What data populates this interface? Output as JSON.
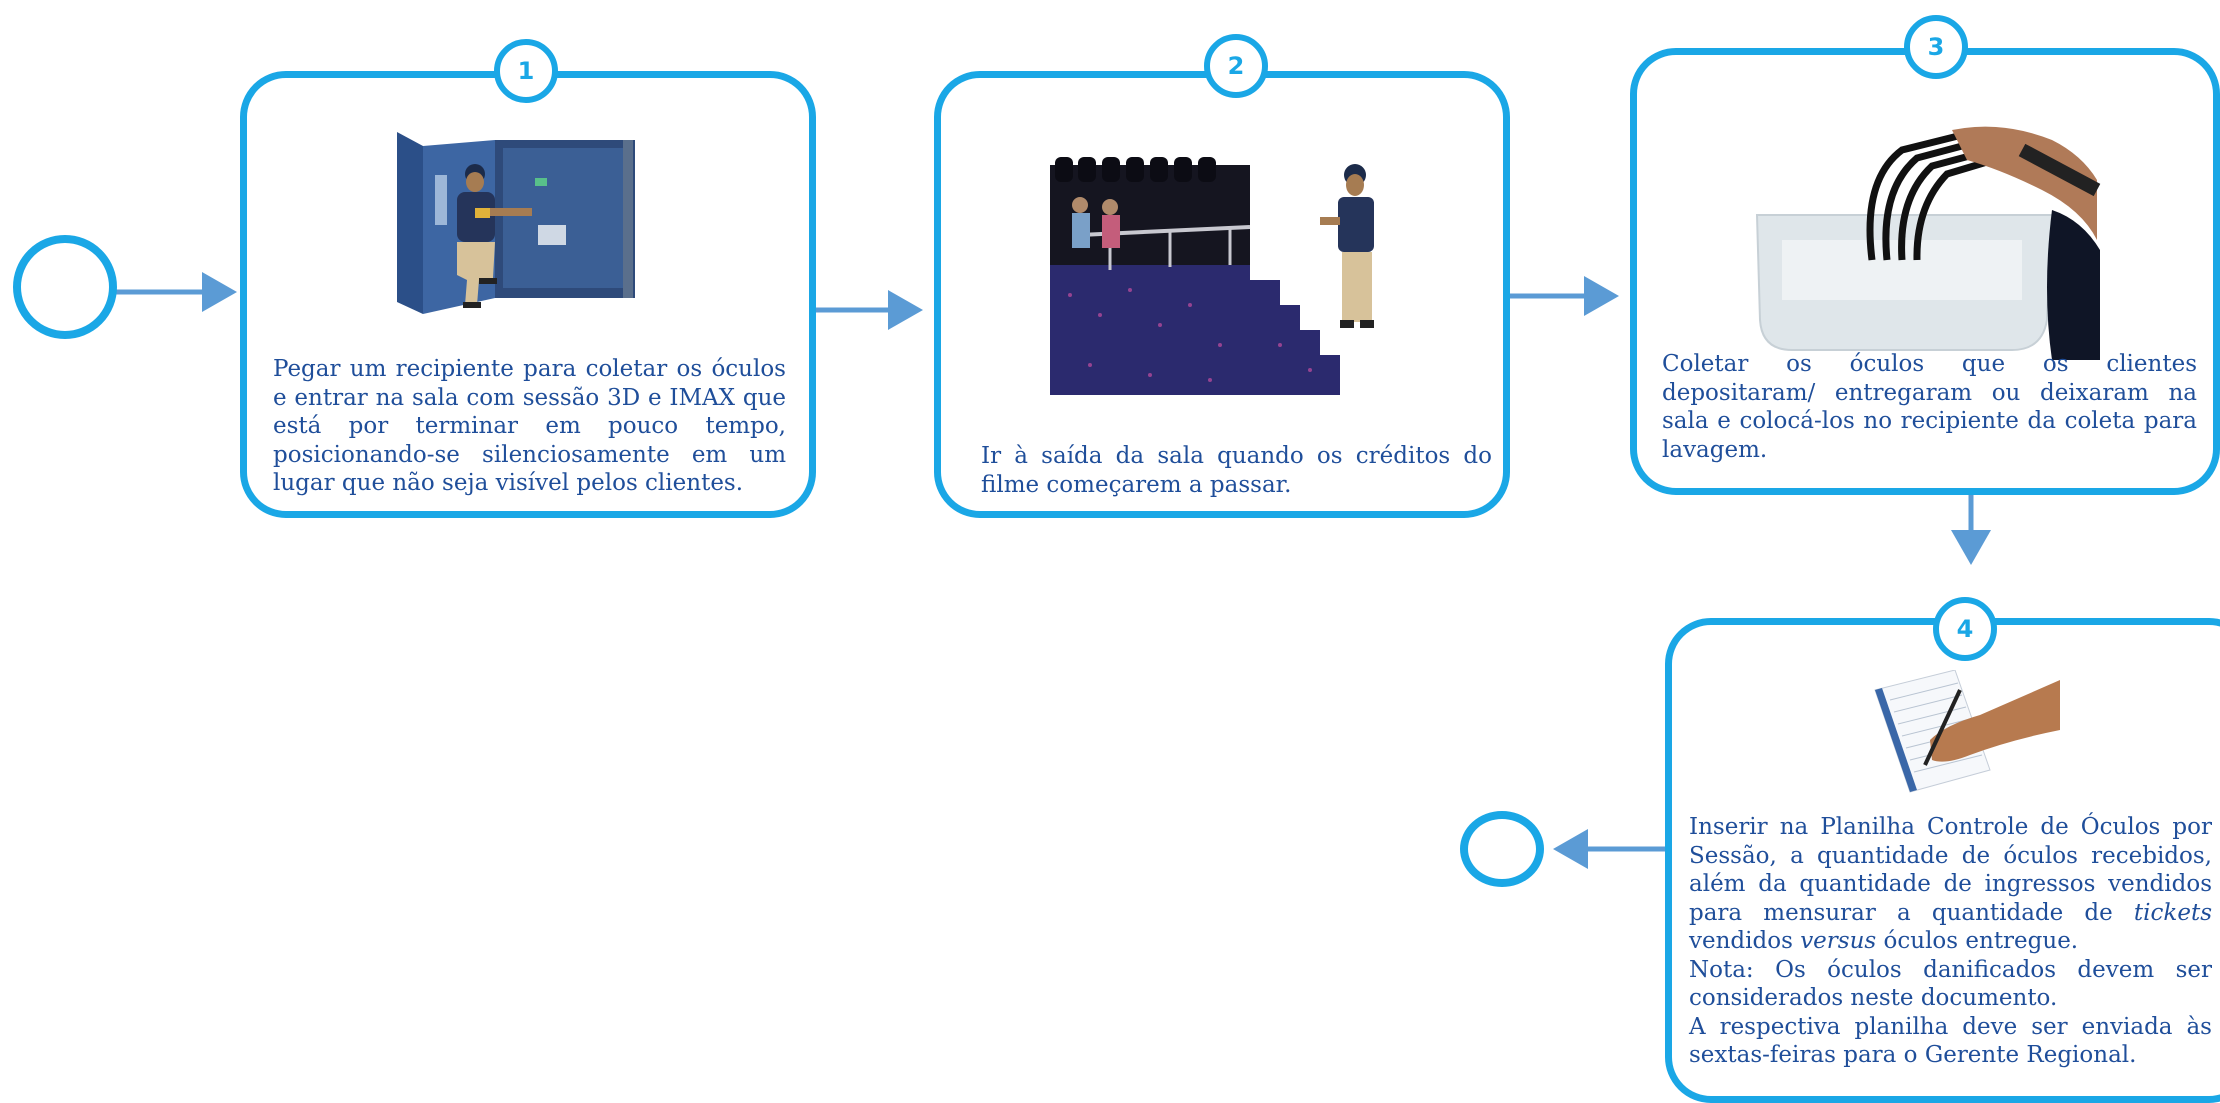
{
  "steps": [
    {
      "number": "1",
      "text": "Pegar um recipiente para coletar os óculos e entrar na sala com sessão 3D e IMAX que está por terminar em pouco tempo, posicionando-se silenciosamente em um lugar que não seja visível pelos clientes."
    },
    {
      "number": "2",
      "text": "Ir à saída da sala quando os créditos do filme começarem a passar."
    },
    {
      "number": "3",
      "text": "Coletar os óculos que os clientes depositaram/ entregaram ou deixaram na sala e colocá-los no recipiente da coleta para lavagem."
    },
    {
      "number": "4",
      "text_line1_a": "Inserir na Planilha Controle de Óculos por Sessão, a quantidade de óculos recebidos, além da quantidade de ingressos vendidos para mensurar a quantidade de ",
      "text_line1_em1": "tickets",
      "text_line1_b": " vendidos ",
      "text_line1_em2": "versus",
      "text_line1_c": " óculos entregue.",
      "note": "Nota: Os óculos danificados devem ser considerados neste documento.",
      "closing": "A respectiva planilha deve ser enviada às sextas-feiras para o Gerente Regional."
    }
  ],
  "colors": {
    "border": "#1aa7e6",
    "arrow": "#5b9bd5",
    "text": "#1f4e9a"
  },
  "icons": [
    "door-photo",
    "theater-photo",
    "glasses-container-photo",
    "spreadsheet-writing-photo"
  ]
}
